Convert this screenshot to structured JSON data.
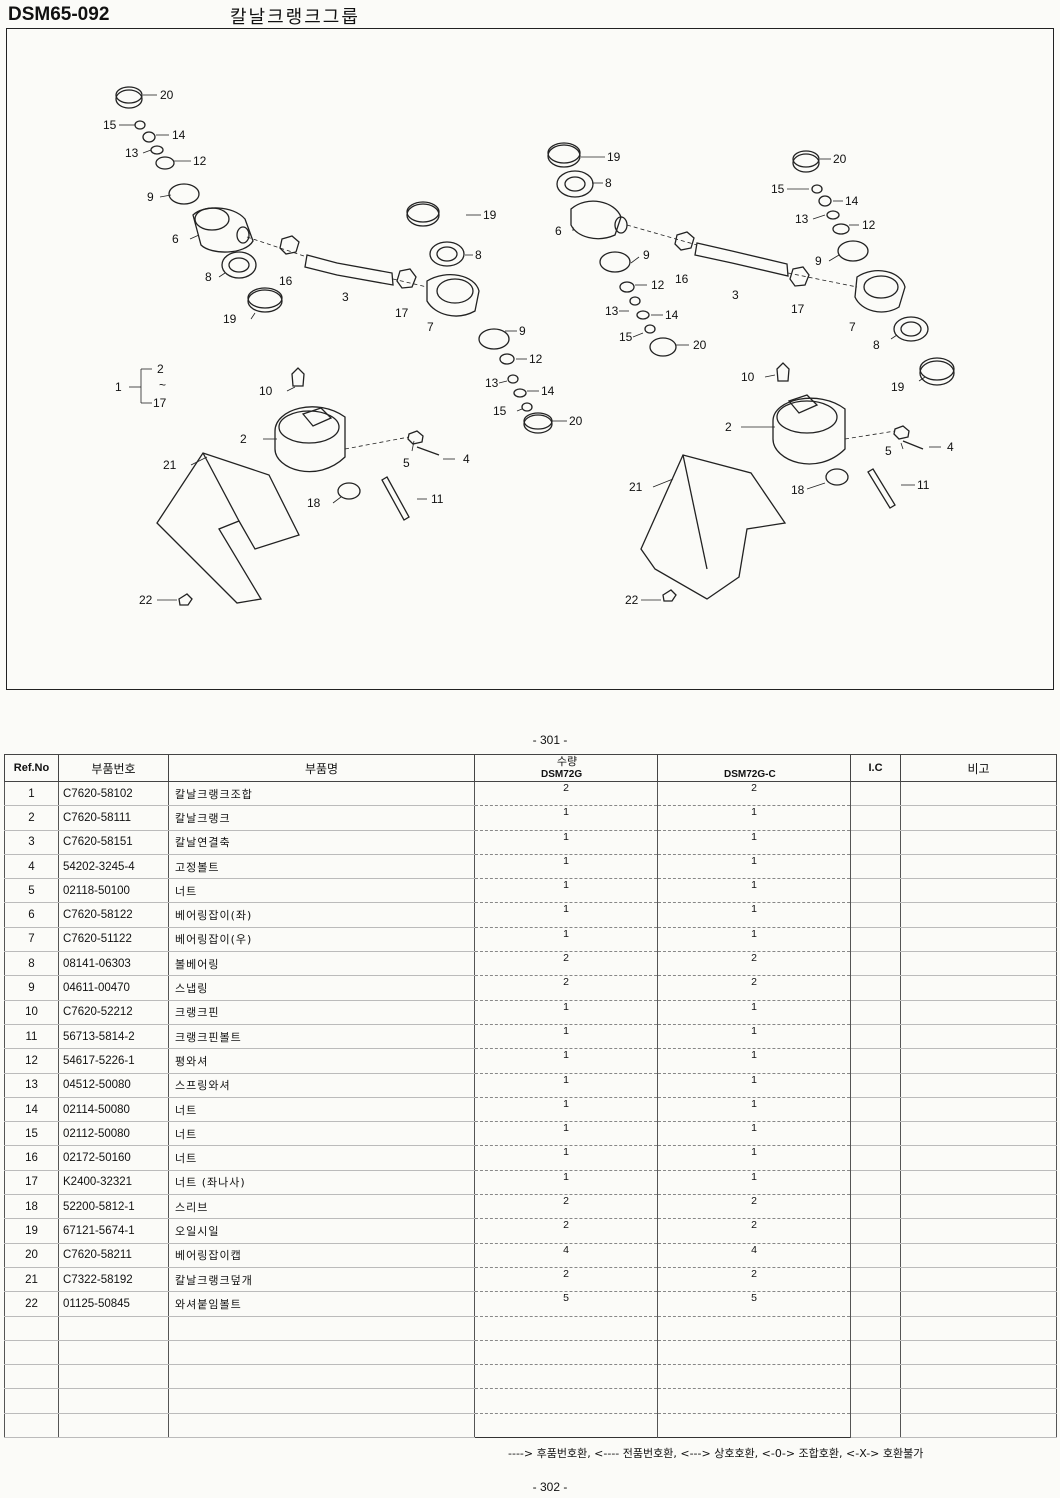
{
  "header": {
    "code": "DSM65-092",
    "title": "칼날크랭크그룹"
  },
  "diagram": {
    "callouts_left": [
      "20",
      "15",
      "14",
      "13",
      "12",
      "9",
      "6",
      "8",
      "16",
      "3",
      "19",
      "7",
      "17",
      "19",
      "8",
      "9",
      "12",
      "13",
      "14",
      "15",
      "20",
      "10",
      "2",
      "5",
      "4",
      "21",
      "18",
      "11",
      "22"
    ],
    "bracket": {
      "main": "1",
      "from": "2",
      "tilde": "~",
      "to": "17"
    },
    "callouts_right": [
      "19",
      "8",
      "6",
      "9",
      "16",
      "12",
      "3",
      "13",
      "14",
      "15",
      "20",
      "20",
      "15",
      "14",
      "13",
      "12",
      "9",
      "17",
      "7",
      "8",
      "19",
      "10",
      "2",
      "5",
      "4",
      "21",
      "18",
      "11",
      "22"
    ]
  },
  "page_top": "- 301 -",
  "page_bottom": "- 302 -",
  "table": {
    "headers": {
      "ref": "Ref.No",
      "part_no": "부품번호",
      "name": "부품명",
      "qty": "수량",
      "model1": "DSM72G",
      "model2": "DSM72G-C",
      "ic": "I.C",
      "remark": "비고"
    },
    "rows": [
      {
        "ref": "1",
        "part": "C7620-58102",
        "name": "칼날크랭크조합",
        "q1": "2",
        "q2": "2"
      },
      {
        "ref": "2",
        "part": "C7620-58111",
        "name": "칼날크랭크",
        "q1": "1",
        "q2": "1"
      },
      {
        "ref": "3",
        "part": "C7620-58151",
        "name": "칼날연결축",
        "q1": "1",
        "q2": "1"
      },
      {
        "ref": "4",
        "part": "54202-3245-4",
        "name": "고정볼트",
        "q1": "1",
        "q2": "1"
      },
      {
        "ref": "5",
        "part": "02118-50100",
        "name": "너트",
        "q1": "1",
        "q2": "1"
      },
      {
        "ref": "6",
        "part": "C7620-58122",
        "name": "베어링잡이(좌)",
        "q1": "1",
        "q2": "1"
      },
      {
        "ref": "7",
        "part": "C7620-51122",
        "name": "베어링잡이(우)",
        "q1": "1",
        "q2": "1"
      },
      {
        "ref": "8",
        "part": "08141-06303",
        "name": "볼베어링",
        "q1": "2",
        "q2": "2"
      },
      {
        "ref": "9",
        "part": "04611-00470",
        "name": "스냅링",
        "q1": "2",
        "q2": "2"
      },
      {
        "ref": "10",
        "part": "C7620-52212",
        "name": "크랭크핀",
        "q1": "1",
        "q2": "1"
      },
      {
        "ref": "11",
        "part": "56713-5814-2",
        "name": "크랭크핀볼트",
        "q1": "1",
        "q2": "1"
      },
      {
        "ref": "12",
        "part": "54617-5226-1",
        "name": "평와셔",
        "q1": "1",
        "q2": "1"
      },
      {
        "ref": "13",
        "part": "04512-50080",
        "name": "스프링와셔",
        "q1": "1",
        "q2": "1"
      },
      {
        "ref": "14",
        "part": "02114-50080",
        "name": "너트",
        "q1": "1",
        "q2": "1"
      },
      {
        "ref": "15",
        "part": "02112-50080",
        "name": "너트",
        "q1": "1",
        "q2": "1"
      },
      {
        "ref": "16",
        "part": "02172-50160",
        "name": "너트",
        "q1": "1",
        "q2": "1"
      },
      {
        "ref": "17",
        "part": "K2400-32321",
        "name": "너트 (좌나사)",
        "q1": "1",
        "q2": "1"
      },
      {
        "ref": "18",
        "part": "52200-5812-1",
        "name": "스리브",
        "q1": "2",
        "q2": "2"
      },
      {
        "ref": "19",
        "part": "67121-5674-1",
        "name": "오일시일",
        "q1": "2",
        "q2": "2"
      },
      {
        "ref": "20",
        "part": "C7620-58211",
        "name": "베어링잡이캡",
        "q1": "4",
        "q2": "4"
      },
      {
        "ref": "21",
        "part": "C7322-58192",
        "name": "칼날크랭크덮개",
        "q1": "2",
        "q2": "2"
      },
      {
        "ref": "22",
        "part": "01125-50845",
        "name": "와셔붙임볼트",
        "q1": "5",
        "q2": "5"
      }
    ],
    "empty_rows": 5
  },
  "legend": "----> 후품번호환, <---- 전품번호환, <---> 상호호환, <-0-> 조합호환, <-X-> 호환불가"
}
